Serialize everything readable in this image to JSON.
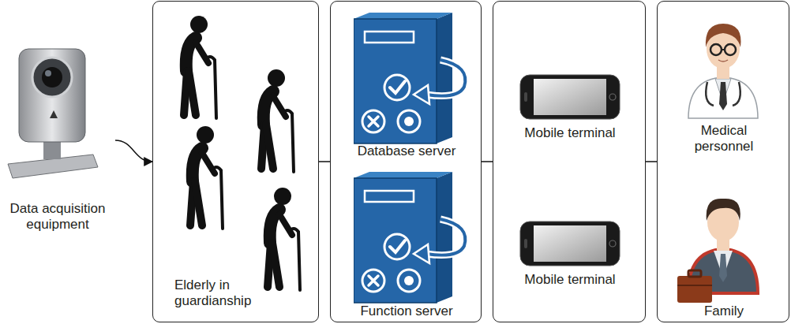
{
  "diagram": {
    "nodes": [
      {
        "text": [
          "Data acquisition equipment"
        ]
      },
      {
        "text": [
          "Elderly in guardianship"
        ]
      },
      {
        "text": [
          "Database server",
          "Function server"
        ]
      },
      {
        "text": [
          "Mobile terminal",
          "Mobile terminal"
        ]
      },
      {
        "text": [
          "Medical personnel",
          "Family"
        ]
      }
    ],
    "edges": [
      {
        "from": 0,
        "to": 1,
        "arrow": "to"
      },
      {
        "from": 1,
        "to": 2,
        "arrow": "none"
      },
      {
        "from": 2,
        "to": 3,
        "arrow": "none"
      },
      {
        "from": 3,
        "to": 4,
        "arrow": "none"
      }
    ]
  }
}
